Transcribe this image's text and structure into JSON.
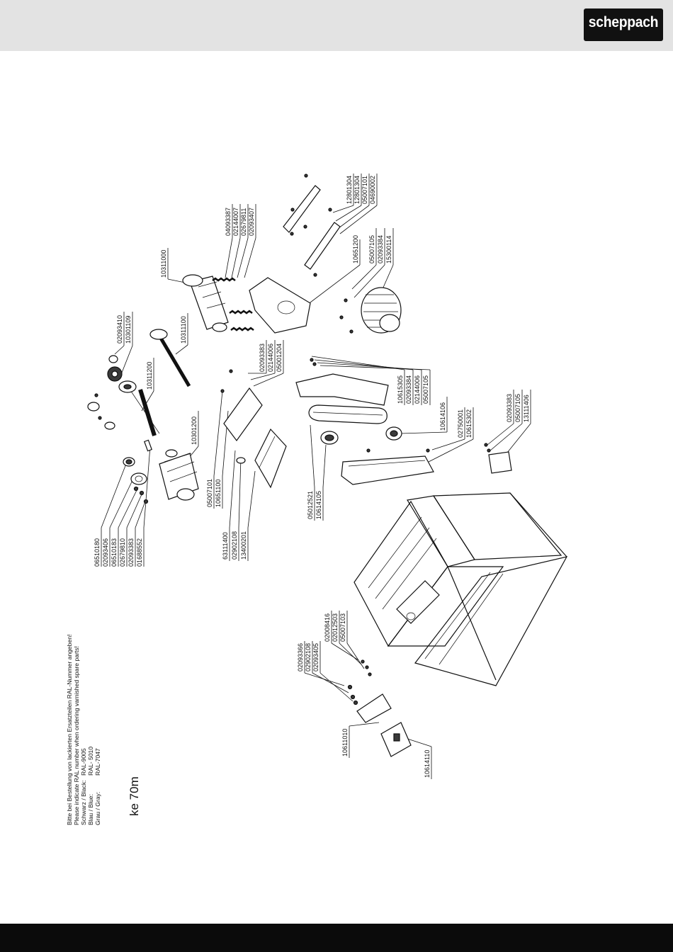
{
  "header": {
    "brand": "scheppach"
  },
  "notes": {
    "line1": "Bitte bei Bestellung von lackierten Ersatzteilen RAL-Nummer angeben!",
    "line2": "Please indicate RAL number when ordering varnished spare parts!",
    "black_label": "Schwarz / Black:",
    "black_value": "RAL-9005",
    "blue_label": "Blau / Blue:",
    "blue_value": "RAL- 5010",
    "gray_label": "Grau / Gray:",
    "gray_value": "RAL-7047"
  },
  "model": "ke 70m",
  "part_groups": [
    {
      "numbers": [
        "06510180",
        "02093406",
        "06510183",
        "02679810",
        "02093383",
        "01688552"
      ]
    },
    {
      "numbers": [
        "10301200"
      ]
    },
    {
      "numbers": [
        "10311200"
      ]
    },
    {
      "numbers": [
        "02093410",
        "10301109"
      ]
    },
    {
      "numbers": [
        "10311100"
      ]
    },
    {
      "numbers": [
        "10311000"
      ]
    },
    {
      "numbers": [
        "04093387",
        "02144007",
        "02679811",
        "02093407"
      ]
    },
    {
      "numbers": [
        "05007101",
        "10651100"
      ]
    },
    {
      "numbers": [
        "63111400",
        "02902108",
        "13400201"
      ]
    },
    {
      "numbers": [
        "02093383",
        "02144006",
        "05001204"
      ]
    },
    {
      "numbers": [
        "10651200"
      ]
    },
    {
      "numbers": [
        "12801304",
        "12801304",
        "05007101",
        "04690002"
      ]
    },
    {
      "numbers": [
        "05007105",
        "02093384",
        "15300114"
      ]
    },
    {
      "numbers": [
        "10615305",
        "02093384",
        "02144006",
        "05007105"
      ]
    },
    {
      "numbers": [
        "10614106"
      ]
    },
    {
      "numbers": [
        "02750001",
        "10615302"
      ]
    },
    {
      "numbers": [
        "02093383",
        "05007105",
        "13111406"
      ]
    },
    {
      "numbers": [
        "05012521",
        "10614105"
      ]
    },
    {
      "numbers": [
        "02008416",
        "02012503",
        "05007103"
      ]
    },
    {
      "numbers": [
        "02093366",
        "02902108",
        "02093405"
      ]
    },
    {
      "numbers": [
        "10611010"
      ]
    },
    {
      "numbers": [
        "10614110"
      ]
    }
  ]
}
